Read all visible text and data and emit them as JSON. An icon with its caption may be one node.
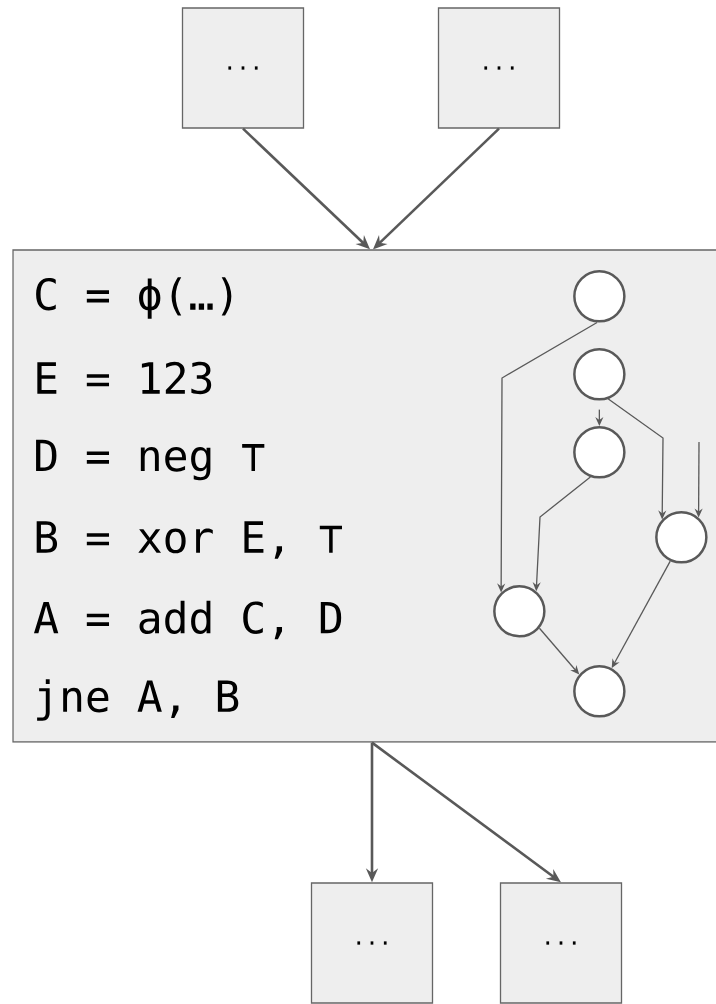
{
  "diagram": {
    "nodes": [
      {
        "text": [
          "..."
        ]
      },
      {
        "text": [
          "..."
        ]
      },
      {
        "text": [
          "C = ϕ(…)",
          "E = 123",
          "D = neg ⊤",
          "B = xor E, ⊤",
          "A = add C, D",
          "jne A, B"
        ]
      },
      {
        "text": [],
        "shape": "circle",
        "in": 2
      },
      {
        "text": [],
        "shape": "circle",
        "in": 2
      },
      {
        "text": [],
        "shape": "circle",
        "in": 2
      },
      {
        "text": [],
        "shape": "circle",
        "in": 2
      },
      {
        "text": [],
        "shape": "circle",
        "in": 2
      },
      {
        "text": [],
        "shape": "circle",
        "in": 2
      },
      {
        "text": [
          "..."
        ]
      },
      {
        "text": [
          "..."
        ]
      }
    ],
    "edges": [
      {
        "from": 0,
        "to": 2,
        "arrow": "to"
      },
      {
        "from": 1,
        "to": 2,
        "arrow": "to"
      },
      {
        "from": 3,
        "to": 7,
        "arrow": "to"
      },
      {
        "from": 4,
        "to": 6,
        "arrow": "to"
      },
      {
        "from": 4,
        "to": 5,
        "arrow": "to"
      },
      {
        "from": null,
        "to": 6,
        "arrow": "to"
      },
      {
        "from": 5,
        "to": 7,
        "arrow": "to"
      },
      {
        "from": 7,
        "to": 8,
        "arrow": "to"
      },
      {
        "from": 6,
        "to": 8,
        "arrow": "to"
      },
      {
        "from": 2,
        "to": 9,
        "arrow": "to"
      },
      {
        "from": 2,
        "to": 10,
        "arrow": "to"
      }
    ]
  }
}
